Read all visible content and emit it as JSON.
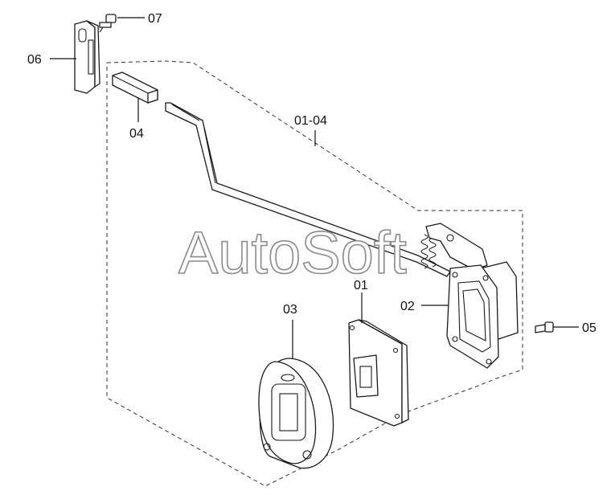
{
  "labels": {
    "p06": "06",
    "p07": "07",
    "p04": "04",
    "p0104": "01-04",
    "p01": "01",
    "p02": "02",
    "p03": "03",
    "p05": "05"
  },
  "watermark": "AutoSoft"
}
